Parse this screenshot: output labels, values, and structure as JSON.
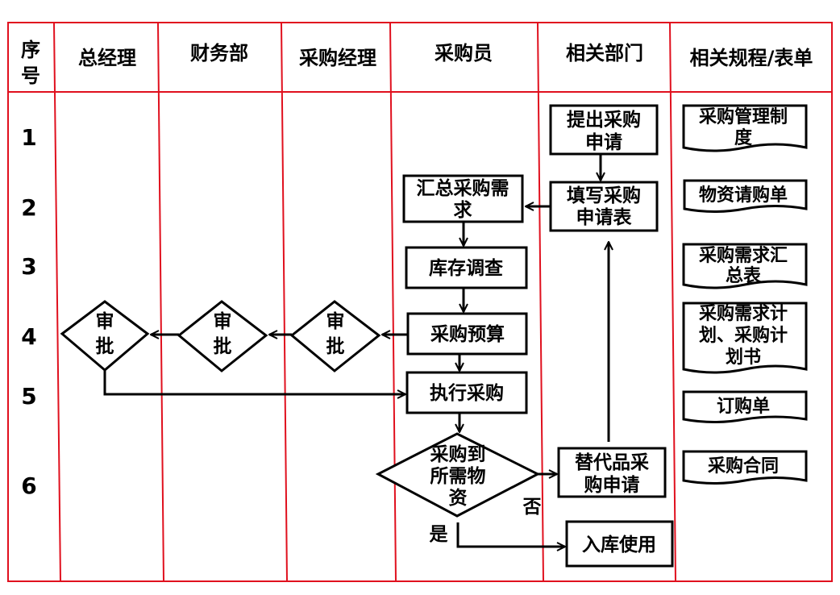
{
  "headers": {
    "seq": [
      "序",
      "号"
    ],
    "gm": "总经理",
    "finance": "财务部",
    "pm": "采购经理",
    "buyer": "采购员",
    "dept": "相关部门",
    "docs": "相关规程/表单"
  },
  "rows": [
    "1",
    "2",
    "3",
    "4",
    "5",
    "6"
  ],
  "process": {
    "submit_request": [
      "提出采购",
      "申请"
    ],
    "fill_form": [
      "填写采购",
      "申请表"
    ],
    "summarize_demand": [
      "汇总采购需",
      "求"
    ],
    "inventory_check": "库存调查",
    "budget": "采购预算",
    "approve": [
      "审",
      "批"
    ],
    "execute": "执行采购",
    "decision": [
      "采购到",
      "所需物",
      "资"
    ],
    "substitute": [
      "替代品采",
      "购申请"
    ],
    "warehouse": "入库使用",
    "yes": "是",
    "no": "否"
  },
  "documents": {
    "policy": [
      "采购管理制",
      "度"
    ],
    "requisition": "物资请购单",
    "demand_summary": [
      "采购需求汇",
      "总表"
    ],
    "plan": [
      "采购需求计",
      "划、采购计",
      "划书"
    ],
    "purchase_order": "订购单",
    "contract": "采购合同"
  },
  "colors": {
    "grid": "#e0101e",
    "stroke": "#000000"
  }
}
